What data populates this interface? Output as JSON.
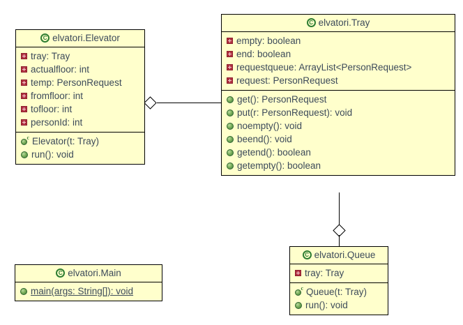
{
  "diagram": {
    "type": "uml-class-diagram",
    "background_color": "#ffffff",
    "class_fill_color": "#ffffcc",
    "class_border_color": "#000000",
    "text_color": "#3c4a5a"
  },
  "classes": [
    {
      "id": "elevator",
      "name": "elvatori.Elevator",
      "icon": "class-icon",
      "fields": [
        {
          "icon": "private-field-icon",
          "text": "tray: Tray"
        },
        {
          "icon": "private-field-icon",
          "text": "actualfloor: int"
        },
        {
          "icon": "private-field-icon",
          "text": "temp: PersonRequest"
        },
        {
          "icon": "private-field-icon",
          "text": "fromfloor: int"
        },
        {
          "icon": "private-field-icon",
          "text": "tofloor: int"
        },
        {
          "icon": "private-field-icon",
          "text": "personId: int"
        }
      ],
      "methods": [
        {
          "icon": "constructor-icon",
          "text": "Elevator(t: Tray)",
          "static": false
        },
        {
          "icon": "public-method-icon",
          "text": "run(): void",
          "static": false
        }
      ]
    },
    {
      "id": "tray",
      "name": "elvatori.Tray",
      "icon": "class-icon",
      "fields": [
        {
          "icon": "private-field-icon",
          "text": "empty: boolean"
        },
        {
          "icon": "private-field-icon",
          "text": "end: boolean"
        },
        {
          "icon": "private-field-icon",
          "text": "requestqueue: ArrayList<PersonRequest>"
        },
        {
          "icon": "private-field-icon",
          "text": "request: PersonRequest"
        }
      ],
      "methods": [
        {
          "icon": "public-method-icon",
          "text": "get(): PersonRequest",
          "static": false
        },
        {
          "icon": "public-method-icon",
          "text": "put(r: PersonRequest): void",
          "static": false
        },
        {
          "icon": "public-method-icon",
          "text": "noempty(): void",
          "static": false
        },
        {
          "icon": "public-method-icon",
          "text": "beend(): void",
          "static": false
        },
        {
          "icon": "public-method-icon",
          "text": "getend(): boolean",
          "static": false
        },
        {
          "icon": "public-method-icon",
          "text": "getempty(): boolean",
          "static": false
        }
      ]
    },
    {
      "id": "queue",
      "name": "elvatori.Queue",
      "icon": "class-icon",
      "fields": [
        {
          "icon": "private-field-icon",
          "text": "tray: Tray"
        }
      ],
      "methods": [
        {
          "icon": "constructor-icon",
          "text": "Queue(t: Tray)",
          "static": false
        },
        {
          "icon": "public-method-icon",
          "text": "run(): void",
          "static": false
        }
      ]
    },
    {
      "id": "main",
      "name": "elvatori.Main",
      "icon": "class-icon",
      "fields": [],
      "methods": [
        {
          "icon": "public-method-icon",
          "text": "main(args: String[]): void",
          "static": true
        }
      ]
    }
  ],
  "relationships": [
    {
      "id": "tray-elevator",
      "kind": "aggregation",
      "from": "elvatori.Tray",
      "to": "elvatori.Elevator",
      "diamond_end": "elvatori.Elevator"
    },
    {
      "id": "tray-queue",
      "kind": "aggregation",
      "from": "elvatori.Tray",
      "to": "elvatori.Queue",
      "diamond_end": "elvatori.Queue"
    }
  ]
}
